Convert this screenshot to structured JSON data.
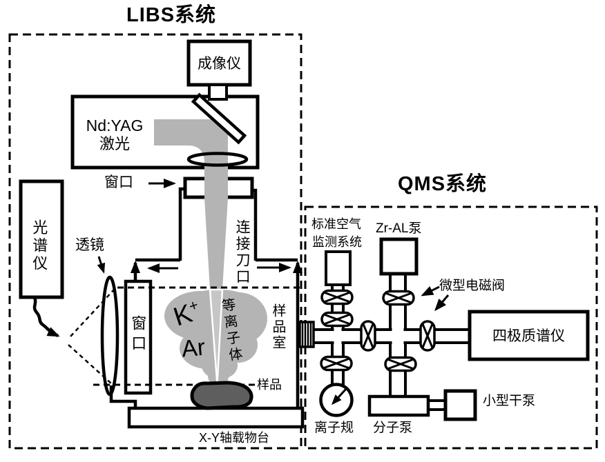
{
  "colors": {
    "beam": "#b4b4b4",
    "beam_focus": "#c6c6c6",
    "plasma": "#b4b4b4",
    "sample": "#5e5e5e",
    "line": "#000000",
    "background": "#ffffff"
  },
  "libs": {
    "title": "LIBS系统",
    "imager": "成像仪",
    "laser_line1": "Nd:YAG",
    "laser_line2": "激光",
    "window_top": "窗口",
    "spectrometer": "光谱仪",
    "lens": "透镜",
    "window_side": "窗口",
    "connect_knife": "连接刀口",
    "k_label": "K",
    "k_sup": "+",
    "ar_label": "Ar",
    "plasma": "等离子体",
    "sample_chamber": "样品室",
    "sample": "样品",
    "stage": "X-Y轴载物台"
  },
  "qms": {
    "title": "QMS系统",
    "std_air_line1": "标准空气",
    "std_air_line2": "监测系统",
    "zral_pump": "Zr-AL泵",
    "solenoid_valve": "微型电磁阀",
    "quad_ms": "四极质谱仪",
    "ion_gauge": "离子规",
    "molecular_pump": "分子泵",
    "dry_pump": "小型干泵"
  }
}
